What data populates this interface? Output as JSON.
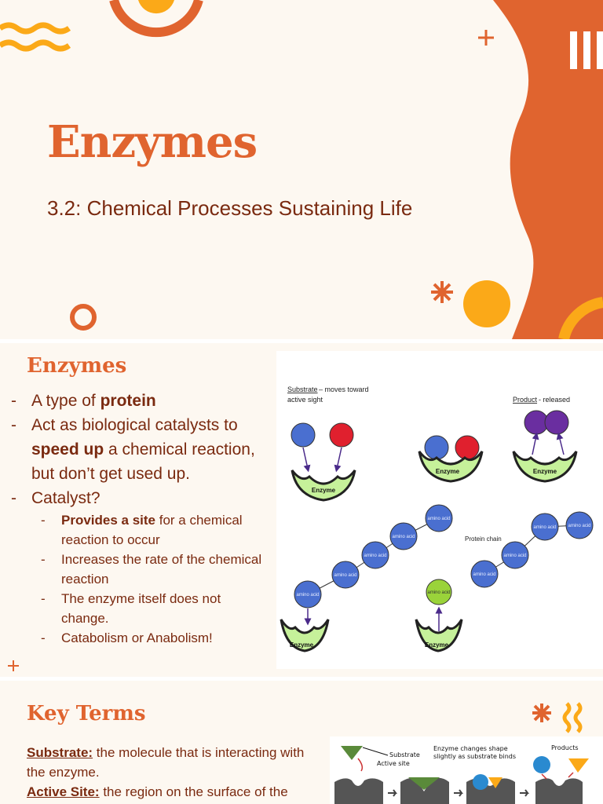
{
  "slide1": {
    "title": "Enzymes",
    "subtitle": "3.2: Chemical Processes Sustaining Life"
  },
  "slide2": {
    "heading": "Enzymes",
    "bullets": [
      {
        "pre": "A type of ",
        "bold": "protein",
        "post": ""
      },
      {
        "pre": "Act as biological catalysts to ",
        "bold": "speed up",
        "post": " a chemical reaction, but don’t get used up."
      },
      {
        "pre": "Catalyst?",
        "bold": "",
        "post": ""
      }
    ],
    "subbullets": [
      {
        "bold": "Provides a site",
        "post": " for a chemical reaction to occur"
      },
      {
        "bold": "",
        "post": "Increases the rate of the chemical reaction"
      },
      {
        "bold": "",
        "post": "The enzyme itself does not change."
      },
      {
        "bold": "",
        "post": "Catabolism or Anabolism!"
      }
    ],
    "diagram": {
      "substrate_label": "Substrate",
      "substrate_rest": " – moves toward",
      "substrate_line2": "active sight",
      "product_label": "Product",
      "product_rest": " - released",
      "enzyme_label": "Enzyme",
      "amino_acid_label": "amino acid",
      "protein_chain_label": "Protein chain",
      "colors": {
        "blue": "#4a6fd0",
        "red": "#e0202e",
        "purple": "#6a2ea0",
        "green": "#9ad33a",
        "enzyme": "#c6f19a"
      }
    }
  },
  "slide3": {
    "heading": "Key Terms",
    "terms": [
      {
        "term": "Substrate:",
        "definition": " the molecule that is interacting with the enzyme."
      },
      {
        "term": "Active Site:",
        "definition": " the region on the surface of the"
      }
    ],
    "diagram": {
      "substrate": "Substrate",
      "active_site": "Active site",
      "change_line1": "Enzyme changes shape",
      "change_line2": "slightly as substrate binds",
      "products": "Products"
    }
  },
  "theme": {
    "accent": "#e0642f",
    "yellow": "#fba918",
    "text": "#7a2a10",
    "background": "#fdf8f1"
  }
}
